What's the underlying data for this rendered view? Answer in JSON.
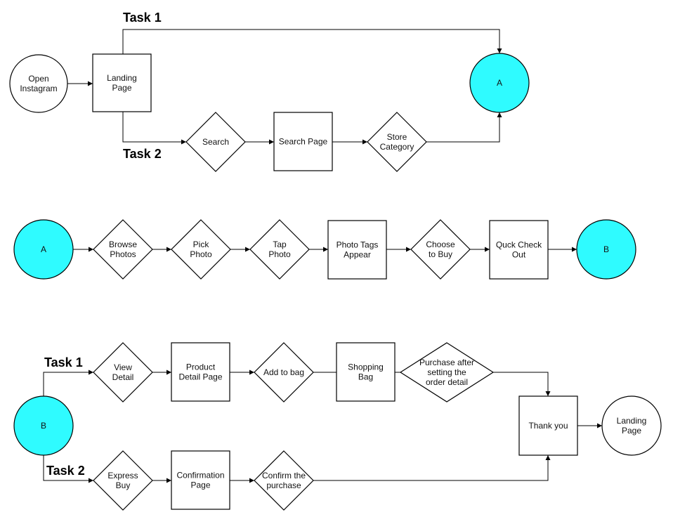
{
  "colors": {
    "connector_fill": "#2ffbff",
    "default_fill": "#ffffff",
    "stroke": "#000000"
  },
  "section1": {
    "task1_label": "Task 1",
    "task2_label": "Task 2",
    "nodes": [
      {
        "id": "s1-open",
        "shape": "circle",
        "label": [
          "Open",
          "Instagram"
        ]
      },
      {
        "id": "s1-landing",
        "shape": "rect",
        "label": [
          "Landing",
          "Page"
        ]
      },
      {
        "id": "s1-search",
        "shape": "diamond",
        "label": [
          "Search"
        ]
      },
      {
        "id": "s1-searchpage",
        "shape": "rect",
        "label": [
          "Search Page"
        ]
      },
      {
        "id": "s1-store",
        "shape": "diamond",
        "label": [
          "Store",
          "Category"
        ]
      },
      {
        "id": "s1-a",
        "shape": "circle",
        "connector": true,
        "label": [
          "A"
        ]
      }
    ]
  },
  "section2": {
    "nodes": [
      {
        "id": "s2-a",
        "shape": "circle",
        "connector": true,
        "label": [
          "A"
        ]
      },
      {
        "id": "s2-browse",
        "shape": "diamond",
        "label": [
          "Browse",
          "Photos"
        ]
      },
      {
        "id": "s2-pick",
        "shape": "diamond",
        "label": [
          "Pick",
          "Photo"
        ]
      },
      {
        "id": "s2-tap",
        "shape": "diamond",
        "label": [
          "Tap",
          "Photo"
        ]
      },
      {
        "id": "s2-tags",
        "shape": "rect",
        "label": [
          "Photo Tags",
          "Appear"
        ]
      },
      {
        "id": "s2-choose",
        "shape": "diamond",
        "label": [
          "Choose",
          "to Buy"
        ]
      },
      {
        "id": "s2-checkout",
        "shape": "rect",
        "label": [
          "Quck Check",
          "Out"
        ]
      },
      {
        "id": "s2-b",
        "shape": "circle",
        "connector": true,
        "label": [
          "B"
        ]
      }
    ]
  },
  "section3": {
    "task1_label": "Task 1",
    "task2_label": "Task 2",
    "nodes": [
      {
        "id": "s3-b",
        "shape": "circle",
        "connector": true,
        "label": [
          "B"
        ]
      },
      {
        "id": "s3-view",
        "shape": "diamond",
        "label": [
          "View",
          "Detail"
        ]
      },
      {
        "id": "s3-product",
        "shape": "rect",
        "label": [
          "Product",
          "Detail Page"
        ]
      },
      {
        "id": "s3-addbag",
        "shape": "diamond",
        "label": [
          "Add to bag"
        ]
      },
      {
        "id": "s3-shopbag",
        "shape": "rect",
        "label": [
          "Shopping",
          "Bag"
        ]
      },
      {
        "id": "s3-purchase",
        "shape": "diamond",
        "label": [
          "Purchase after",
          "setting the",
          "order detail"
        ]
      },
      {
        "id": "s3-express",
        "shape": "diamond",
        "label": [
          "Express",
          "Buy"
        ]
      },
      {
        "id": "s3-confirmpage",
        "shape": "rect",
        "label": [
          "Confirmation",
          "Page"
        ]
      },
      {
        "id": "s3-confirm",
        "shape": "diamond",
        "label": [
          "Confirm the",
          "purchase"
        ]
      },
      {
        "id": "s3-thankyou",
        "shape": "rect",
        "label": [
          "Thank you"
        ]
      },
      {
        "id": "s3-landing",
        "shape": "circle",
        "label": [
          "Landing",
          "Page"
        ]
      }
    ]
  }
}
